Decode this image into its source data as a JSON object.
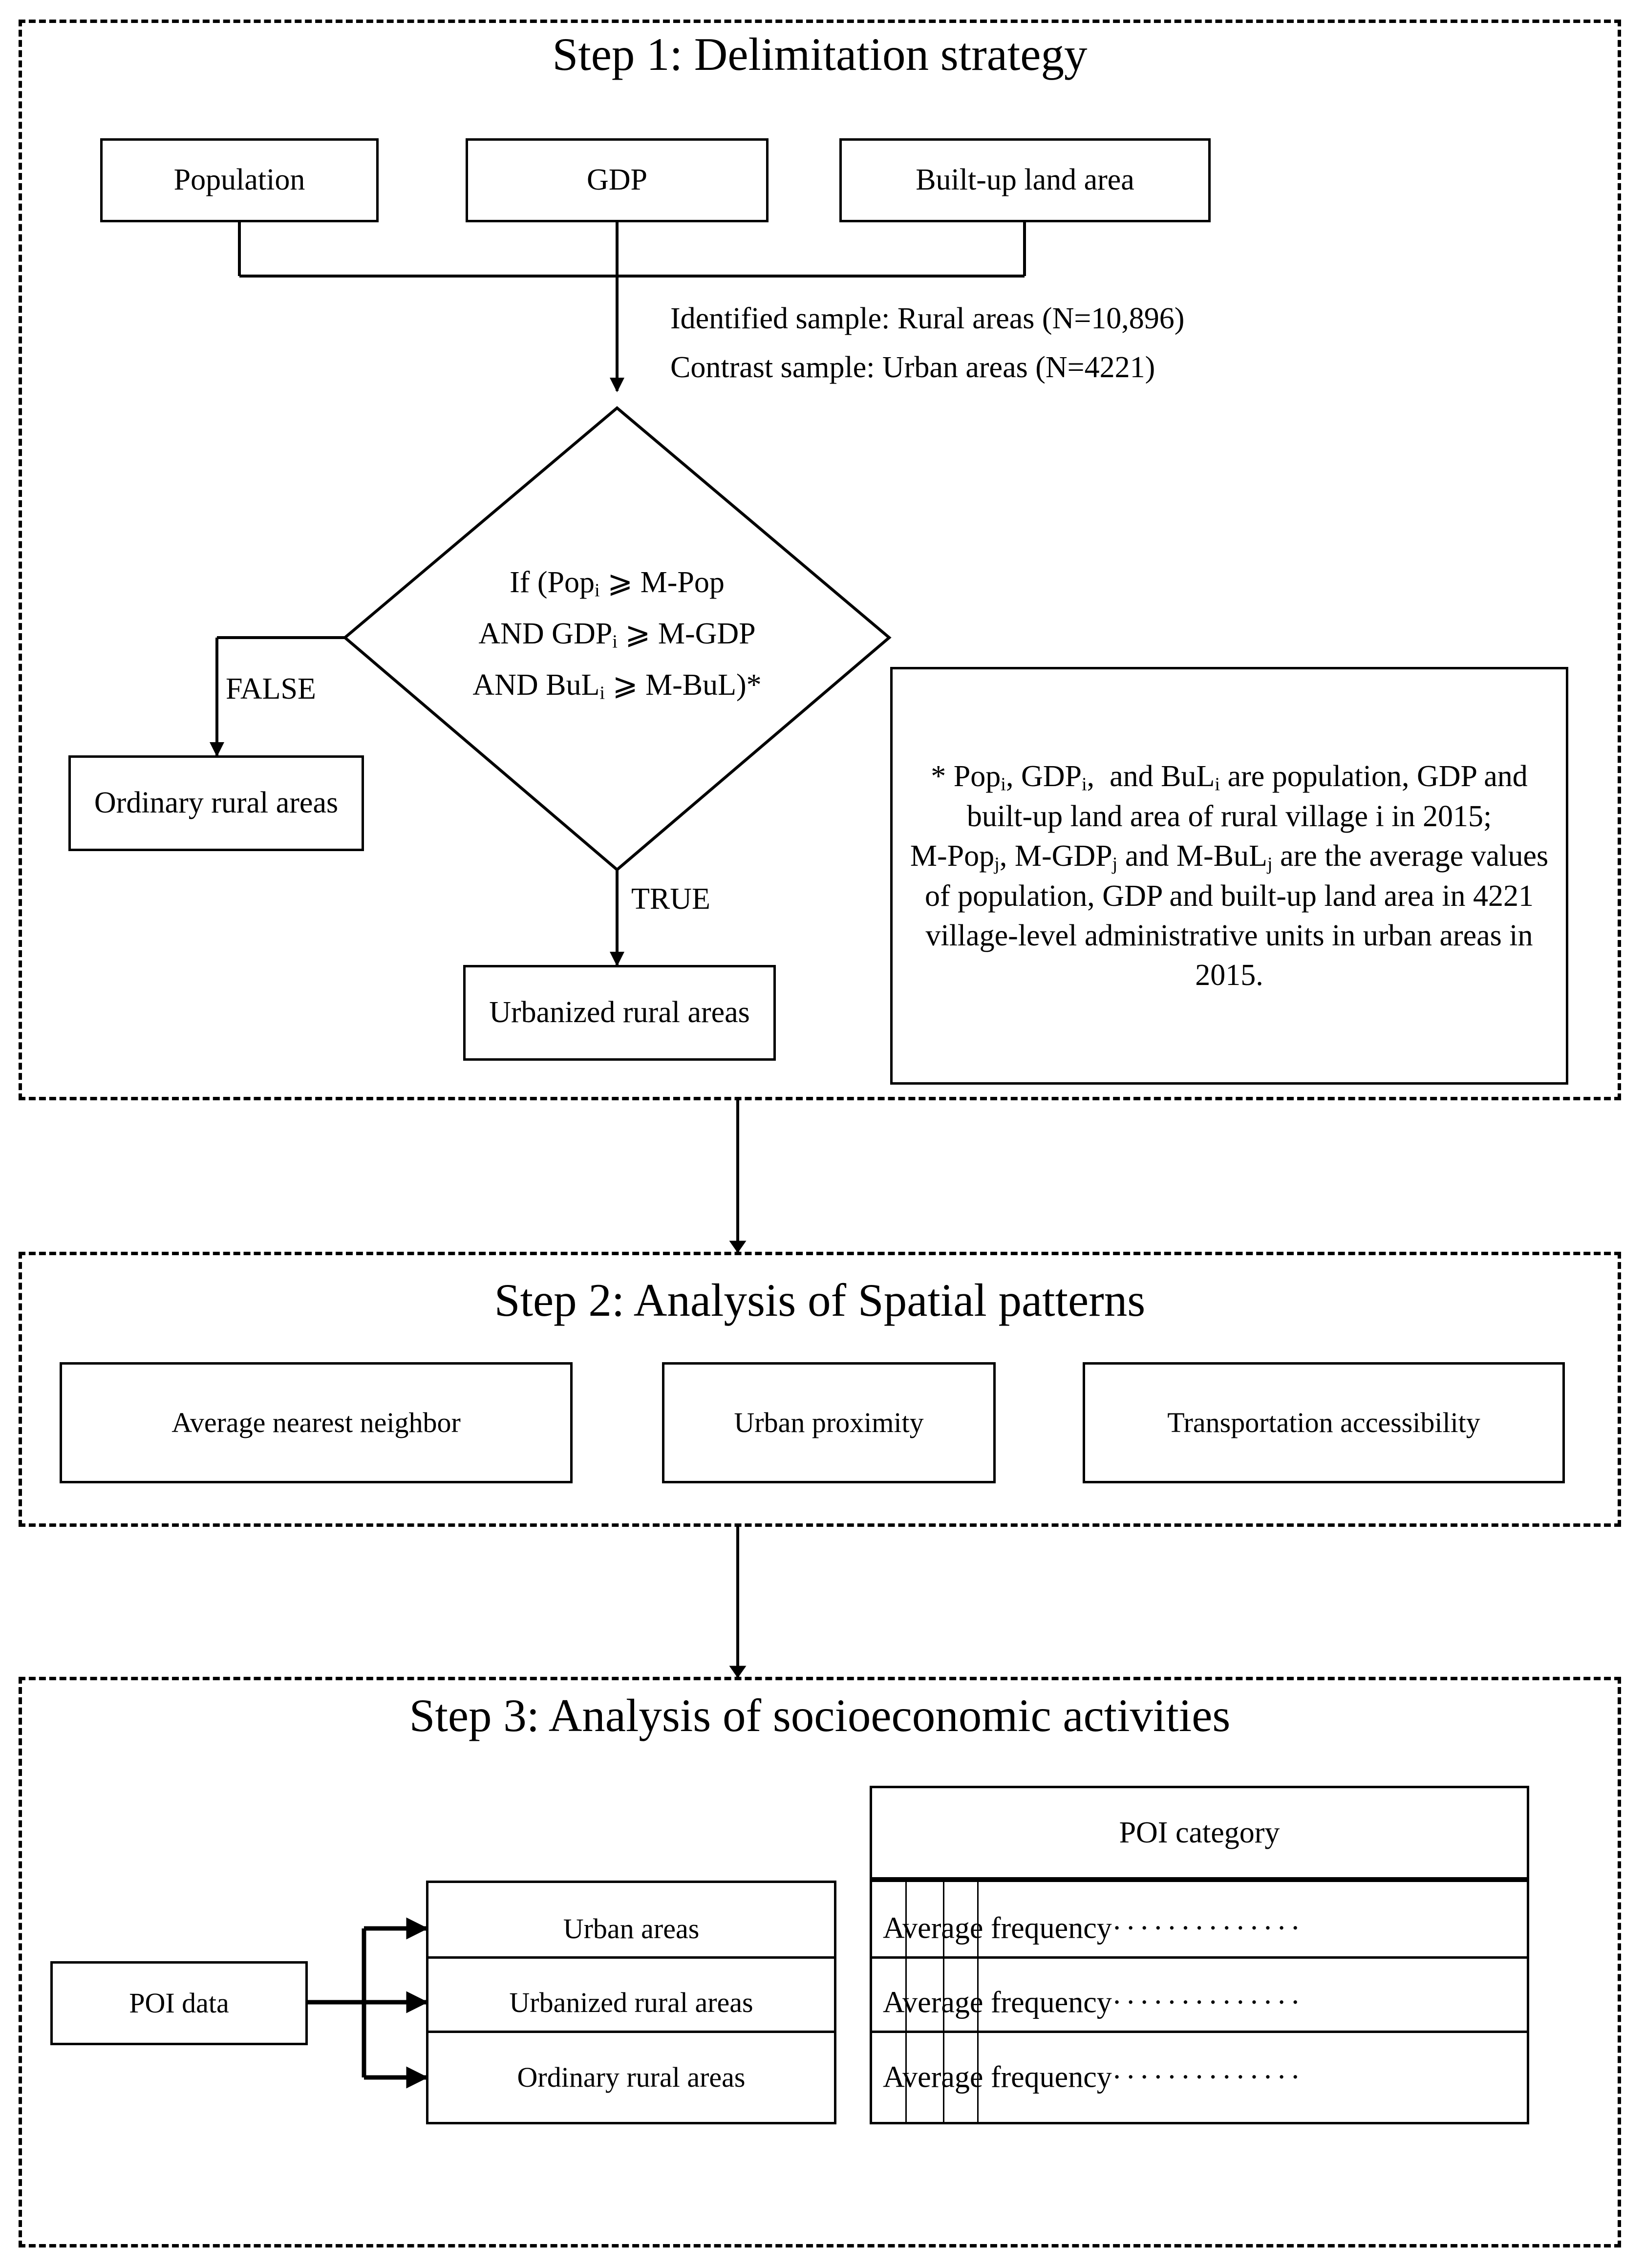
{
  "steps": [
    {
      "id": "step1",
      "title": "Step 1: Delimitation strategy",
      "inputs": [
        {
          "label": "Population"
        },
        {
          "label": "GDP"
        },
        {
          "label": "Built-up land area"
        }
      ],
      "sample_note_line1": "Identified sample: Rural areas (N=10,896)",
      "sample_note_line2": "Contrast sample: Urban areas (N=4221)",
      "decision": {
        "line1": "If (Popi ⩾ M-Pop",
        "line2": "AND GDPi ⩾ M-GDP",
        "line3": "AND BuLi ⩾ M-BuL)*"
      },
      "branch_false_label": "FALSE",
      "branch_true_label": "TRUE",
      "outcome_false": "Ordinary rural areas",
      "outcome_true": "Urbanized rural areas",
      "footnote": "* Popi, GDPi,  and BuLi are population, GDP and built-up land area of rural village i in 2015;\nM-Popj, M-GDPj and M-BuLj are the average values of population, GDP and built-up land area in 4221 village-level administrative units in urban areas in 2015."
    },
    {
      "id": "step2",
      "title": "Step 2: Analysis of Spatial patterns",
      "methods": [
        {
          "label": "Average nearest neighbor"
        },
        {
          "label": "Urban proximity"
        },
        {
          "label": "Transportation accessibility"
        }
      ]
    },
    {
      "id": "step3",
      "title": "Step 3: Analysis of socioeconomic activities",
      "source": "POI data",
      "targets": [
        {
          "label": "Urban areas"
        },
        {
          "label": "Urbanized rural areas"
        },
        {
          "label": "Ordinary rural areas"
        }
      ],
      "table_header": "POI category",
      "table_rows": [
        {
          "value": "Average frequency",
          "trailing_dots": "··············"
        },
        {
          "value": "Average frequency",
          "trailing_dots": "··············"
        },
        {
          "value": "Average frequency",
          "trailing_dots": "··············"
        }
      ]
    }
  ],
  "colors": {
    "stroke": "#000000",
    "background": "#ffffff"
  },
  "chart_data": {
    "type": "table",
    "title": "POI category",
    "categories": [
      "Urban areas",
      "Urbanized rural areas",
      "Ordinary rural areas"
    ],
    "columns": [
      "POI category"
    ],
    "values": [
      "Average frequency",
      "Average frequency",
      "Average frequency"
    ]
  }
}
